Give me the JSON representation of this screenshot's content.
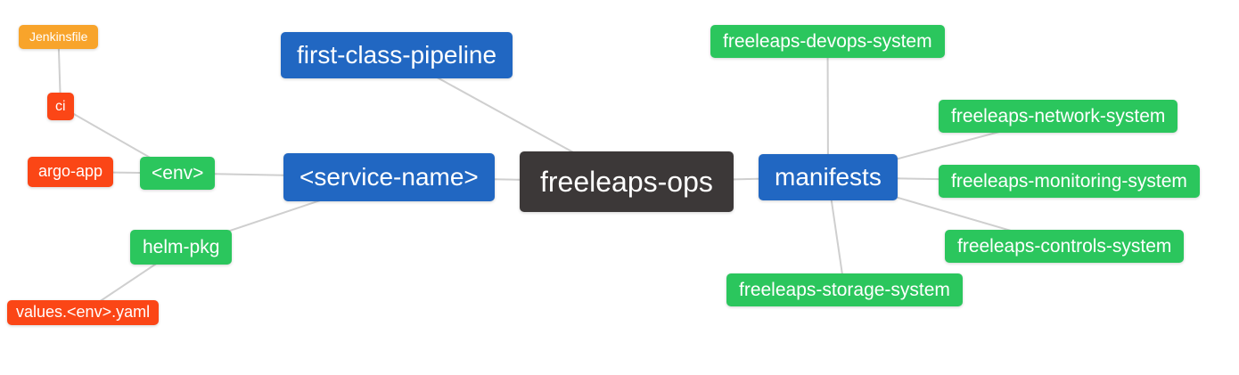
{
  "diagram": {
    "colors": {
      "root": "#3c3838",
      "branch": "#2167c2",
      "leaf_green": "#2bc65d",
      "leaf_red": "#fb4616",
      "leaf_orange": "#f8a42b",
      "edge": "#cfcfcf",
      "text": "#ffffff",
      "background": "#ffffff"
    },
    "nodes": {
      "root": {
        "label": "freeleaps-ops"
      },
      "first_class_pipeline": {
        "label": "first-class-pipeline"
      },
      "service_name": {
        "label": "<service-name>"
      },
      "manifests": {
        "label": "manifests"
      },
      "env": {
        "label": "<env>"
      },
      "helm_pkg": {
        "label": "helm-pkg"
      },
      "ci": {
        "label": "ci"
      },
      "argo_app": {
        "label": "argo-app"
      },
      "jenkinsfile": {
        "label": "Jenkinsfile"
      },
      "values_env_yaml": {
        "label": "values.<env>.yaml"
      },
      "devops_system": {
        "label": "freeleaps-devops-system"
      },
      "network_system": {
        "label": "freeleaps-network-system"
      },
      "monitoring_system": {
        "label": "freeleaps-monitoring-system"
      },
      "controls_system": {
        "label": "freeleaps-controls-system"
      },
      "storage_system": {
        "label": "freeleaps-storage-system"
      }
    },
    "edges": [
      [
        "jenkinsfile",
        "ci"
      ],
      [
        "ci",
        "env"
      ],
      [
        "argo_app",
        "env"
      ],
      [
        "env",
        "service_name"
      ],
      [
        "helm_pkg",
        "service_name"
      ],
      [
        "values_env_yaml",
        "helm_pkg"
      ],
      [
        "first_class_pipeline",
        "root"
      ],
      [
        "service_name",
        "root"
      ],
      [
        "root",
        "manifests"
      ],
      [
        "manifests",
        "devops_system"
      ],
      [
        "manifests",
        "network_system"
      ],
      [
        "manifests",
        "monitoring_system"
      ],
      [
        "manifests",
        "controls_system"
      ],
      [
        "manifests",
        "storage_system"
      ]
    ]
  }
}
